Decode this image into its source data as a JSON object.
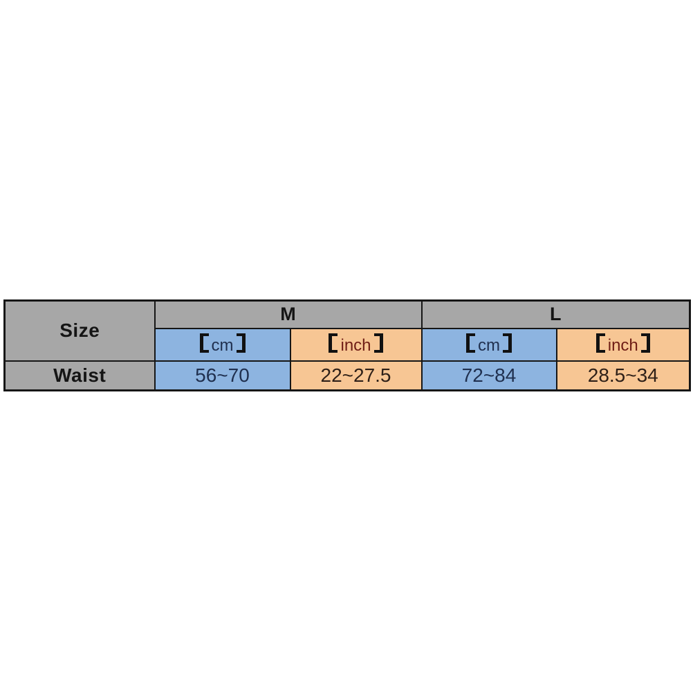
{
  "size_chart": {
    "corner_label": "Size",
    "measurement_row_label": "Waist",
    "units": {
      "cm": {
        "label": "cm",
        "display": "【cm】"
      },
      "inch": {
        "label": "inch",
        "display": "【inch】"
      }
    },
    "sizes": [
      {
        "label": "M",
        "cm_range": "56~70",
        "inch_range": "22~27.5"
      },
      {
        "label": "L",
        "cm_range": "72~84",
        "inch_range": "28.5~34"
      }
    ],
    "colors": {
      "header_gray": "#a7a7a7",
      "cm_blue": "#8db4e0",
      "inch_orange": "#f7c694",
      "border": "#161616",
      "label_text": "#151515",
      "cm_text": "#20304f",
      "inch_text": "#6f1d15"
    }
  },
  "chart_data": {
    "type": "table",
    "title": "Size",
    "columns": [
      "Size",
      "M 【cm】",
      "M 【inch】",
      "L 【cm】",
      "L 【inch】"
    ],
    "rows": [
      [
        "Waist",
        "56~70",
        "22~27.5",
        "72~84",
        "28.5~34"
      ]
    ]
  }
}
